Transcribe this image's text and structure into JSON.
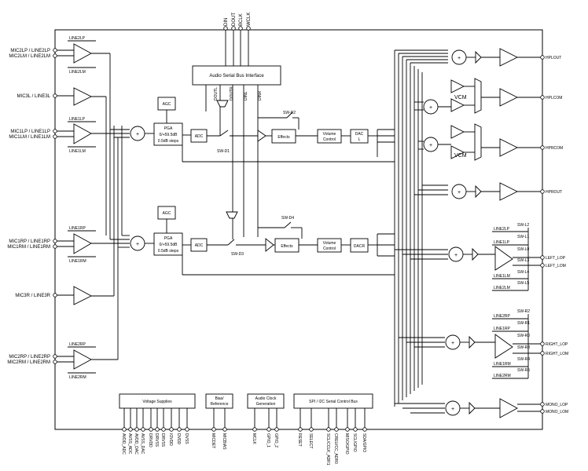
{
  "top_pins": [
    "DIN",
    "DOUT",
    "BCLK",
    "WCLK"
  ],
  "left_pins": {
    "mic2l": [
      "MIC2LP / LINE2LP",
      "MIC2LM / LINE2LM"
    ],
    "mic3l": "MIC3L / LINE3L",
    "mic1l": [
      "MIC1LP / LINE1LP",
      "MIC1LM / LINE1LM"
    ],
    "mic1r": [
      "MIC1RP / LINE1RP",
      "MIC1RM / LINE1RM"
    ],
    "mic3r": "MIC3R / LINE3R",
    "mic2r": [
      "MIC2RP / LINE2RP",
      "MIC2RM / LINE2RM"
    ]
  },
  "internal_labels": {
    "line2lp": "LINE2LP",
    "line2lm": "LINE2LM",
    "line1lp": "LINE1LP",
    "line1lm": "LINE1LM",
    "line1rp": "LINE1RP",
    "line1rm": "LINE1RM",
    "line2rp": "LINE2RP",
    "line2rm": "LINE2RM"
  },
  "blocks": {
    "serial_bus": "Audio Serial Bus Interface",
    "agc": "AGC",
    "pga": [
      "PGA",
      "0/+59.5dB",
      "0.5dB steps"
    ],
    "adc": "ADC",
    "effects": "Effects",
    "volume": [
      "Volume",
      "Control"
    ],
    "dac_l": [
      "DAC",
      "L"
    ],
    "dac_r": "DACR",
    "vcm": "VCM"
  },
  "switches": {
    "sw_d1": "SW-D1",
    "sw_d2": "SW-D2",
    "sw_d3": "SW-D3",
    "sw_d4": "SW-D4",
    "sw_l": [
      "SW-L2",
      "SW-L1",
      "SW-L0",
      "SW-L3",
      "SW-L4",
      "SW-L5"
    ],
    "sw_r": [
      "SW-R2",
      "SW-R1",
      "SW-R0",
      "SW-R3",
      "SW-R4",
      "SW-R5"
    ]
  },
  "bus_labels": [
    "DOUTL",
    "DOUTR",
    "DINL",
    "DINR"
  ],
  "right_pins": [
    "HPLOUT",
    "HPLCOM",
    "HPRCOM",
    "HPROUT",
    "LEFT_LOP",
    "LEFT_LOM",
    "RIGHT_LOP",
    "RIGHT_LOM",
    "MONO_LOP",
    "MONO_LOM"
  ],
  "left_out_labels": [
    "LINE2LP",
    "LINE1LP",
    "LINE1LM",
    "LINE2LM"
  ],
  "right_out_labels": [
    "LINE2RP",
    "LINE1RP",
    "LINE1RM",
    "LINE2RM"
  ],
  "bottom_blocks": {
    "supplies": "Voltage Supplies",
    "bias": [
      "Bias/",
      "Reference"
    ],
    "clock": [
      "Audio Clock",
      "Generation"
    ],
    "control": "SPI / I2C Serial Control Bus"
  },
  "bottom_pins": [
    "AVDD_ADC",
    "AVSS_ADC",
    "AVDD_DAC",
    "AVSS_DAC",
    "DRVDD",
    "DRVSS",
    "DRVSS",
    "IOVDD",
    "DVDD",
    "DVSS",
    "MICDET",
    "MICBIAS",
    "MCLK",
    "GPIO_1",
    "GPIO_2",
    "RESET",
    "SELECT",
    "SCL/CCLK_ADR1",
    "CREU/CC_ADR0",
    "MISO/GPIO",
    "SCL/GPIO",
    "SDA/GPIO"
  ]
}
